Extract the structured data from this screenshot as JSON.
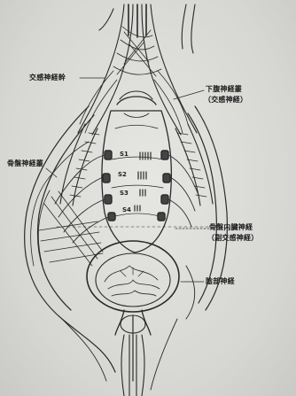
{
  "labels": {
    "sympathetic_trunk": "交感神経幹",
    "hypogastric_line1": "下腹神経叢",
    "hypogastric_line2": "（交感神経）",
    "pelvic_plexus": "骨盤神経叢",
    "pelvic_splanchnic_line1": "骨盤内臓神経",
    "pelvic_splanchnic_line2": "（副交感神経）",
    "pudendal": "陰部神経"
  },
  "sacral": [
    "S1",
    "S2",
    "S3",
    "S4"
  ]
}
